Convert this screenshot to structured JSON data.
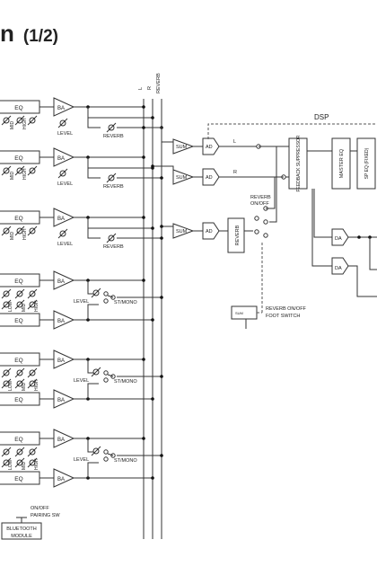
{
  "title": {
    "main": "n",
    "page": "(1/2)"
  },
  "labels": {
    "eq": "EQ",
    "ba": "BA",
    "level": "LEVEL",
    "reverb": "REVERB",
    "low": "LOW",
    "mid": "MID",
    "high": "HIGH",
    "sum": "SUM",
    "ad": "AD",
    "da": "DA",
    "l": "L",
    "r": "R",
    "bus_l": "L",
    "bus_r": "R",
    "bus_reverb": "REVERB",
    "dsp": "DSP",
    "feedback_suppressor": "FEEDBACK SUPPRESSOR",
    "master_eq": "MASTER EQ",
    "sp_eq": "SP EQ (FIXED)",
    "reverb_block": "REVERB",
    "reverb_on_off_1": "REVERB",
    "reverb_on_off_2": "ON/OFF",
    "foot_1": "REVERB ON/OFF",
    "foot_2": "FOOT SWITCH",
    "st_mono": "ST/MONO",
    "pairing_1": "ON/OFF",
    "pairing_2": "PAIRING SW",
    "bt_1": "BLUETOOTH",
    "bt_2": "MODULE"
  }
}
